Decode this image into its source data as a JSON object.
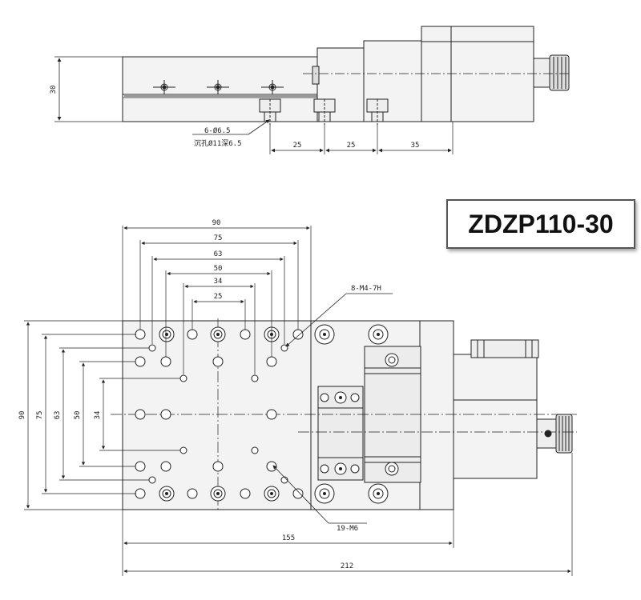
{
  "title": "ZDZP110-30",
  "top_view": {
    "height_dim": "30",
    "hole_note_line1": "6-Ø6.5",
    "hole_note_line2": "沉孔Ø11深6.5",
    "pitch_1": "25",
    "pitch_2": "25",
    "pitch_3": "35"
  },
  "front_view": {
    "width_90": "90",
    "width_75": "75",
    "width_63": "63",
    "width_50": "50",
    "width_34": "34",
    "width_25": "25",
    "height_90": "90",
    "height_75": "75",
    "height_63": "63",
    "height_50": "50",
    "height_34": "34",
    "thread_note_top": "8-M4-7H",
    "thread_note_bottom": "19-M6",
    "length_155": "155",
    "length_212": "212"
  }
}
